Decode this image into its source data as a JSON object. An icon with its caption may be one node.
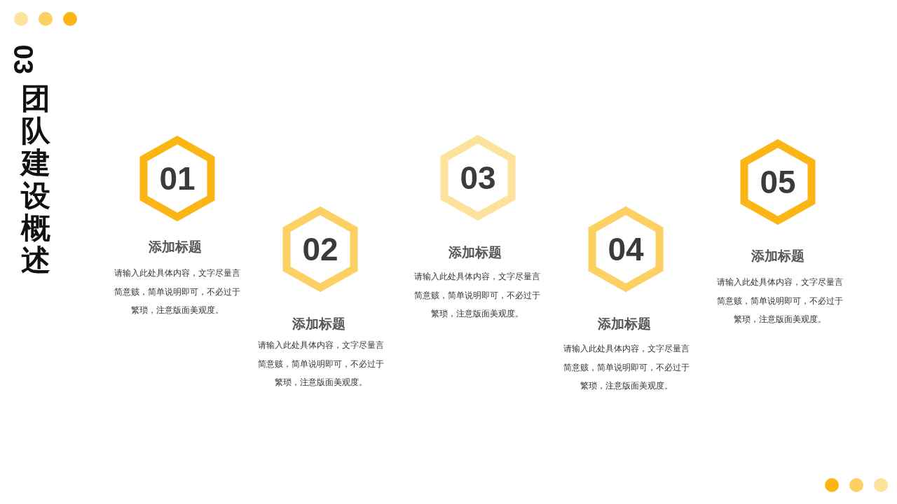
{
  "diagram": {
    "title": "团队建设概述",
    "nodes": [
      {
        "text": [
          "01"
        ],
        "beside": [
          "添加标题",
          "请输入此处具体内容，文字尽量言简意赅，简单说明即可，不必过于繁琐，注意版面美观度。"
        ]
      },
      {
        "text": [
          "02"
        ],
        "beside": [
          "添加标题",
          "请输入此处具体内容，文字尽量言简意赅，简单说明即可，不必过于繁琐，注意版面美观度。"
        ]
      },
      {
        "text": [
          "03"
        ],
        "beside": [
          "添加标题",
          "请输入此处具体内容，文字尽量言简意赅，简单说明即可，不必过于繁琐，注意版面美观度。"
        ]
      },
      {
        "text": [
          "04"
        ],
        "beside": [
          "添加标题",
          "请输入此处具体内容，文字尽量言简意赅，简单说明即可，不必过于繁琐，注意版面美观度。"
        ]
      },
      {
        "text": [
          "05"
        ],
        "beside": [
          "添加标题",
          "请输入此处具体内容，文字尽量言简意赅，简单说明即可，不必过于繁琐，注意版面美观度。"
        ]
      }
    ],
    "labels": [
      "03"
    ]
  }
}
